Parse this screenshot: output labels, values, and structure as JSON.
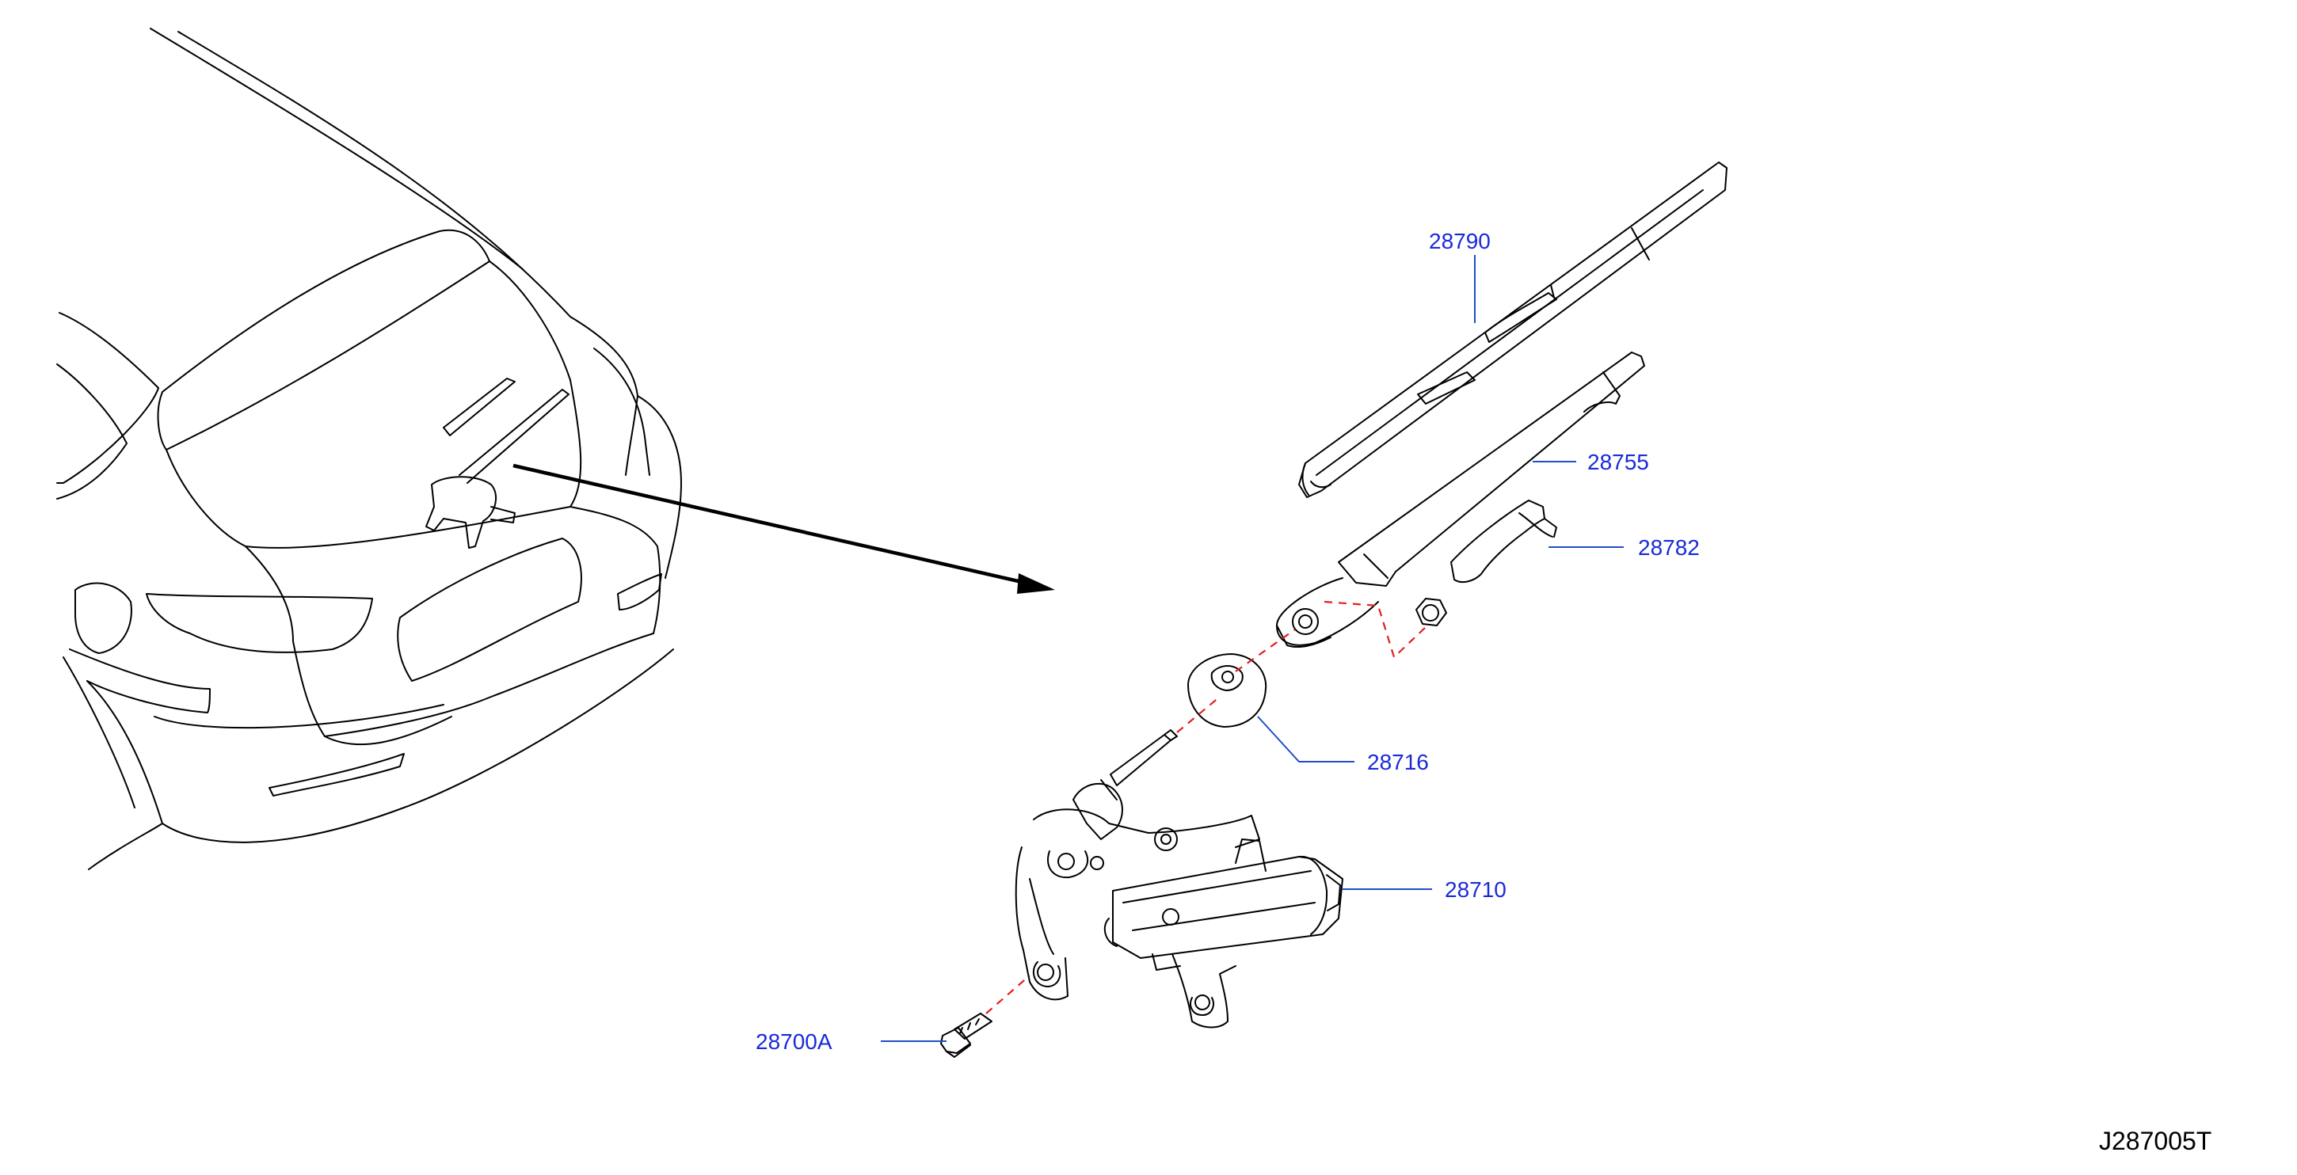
{
  "diagram": {
    "part_labels": {
      "blade": "28790",
      "arm": "28755",
      "cap": "28782",
      "seal": "28716",
      "motor": "28710",
      "bolt": "28700A"
    },
    "drawing_code": "J287005T"
  },
  "colors": {
    "line": "#000000",
    "leader": "#1f4ec8",
    "label": "#1a2ad9",
    "assembly_dash": "#e02020",
    "background": "#ffffff"
  }
}
